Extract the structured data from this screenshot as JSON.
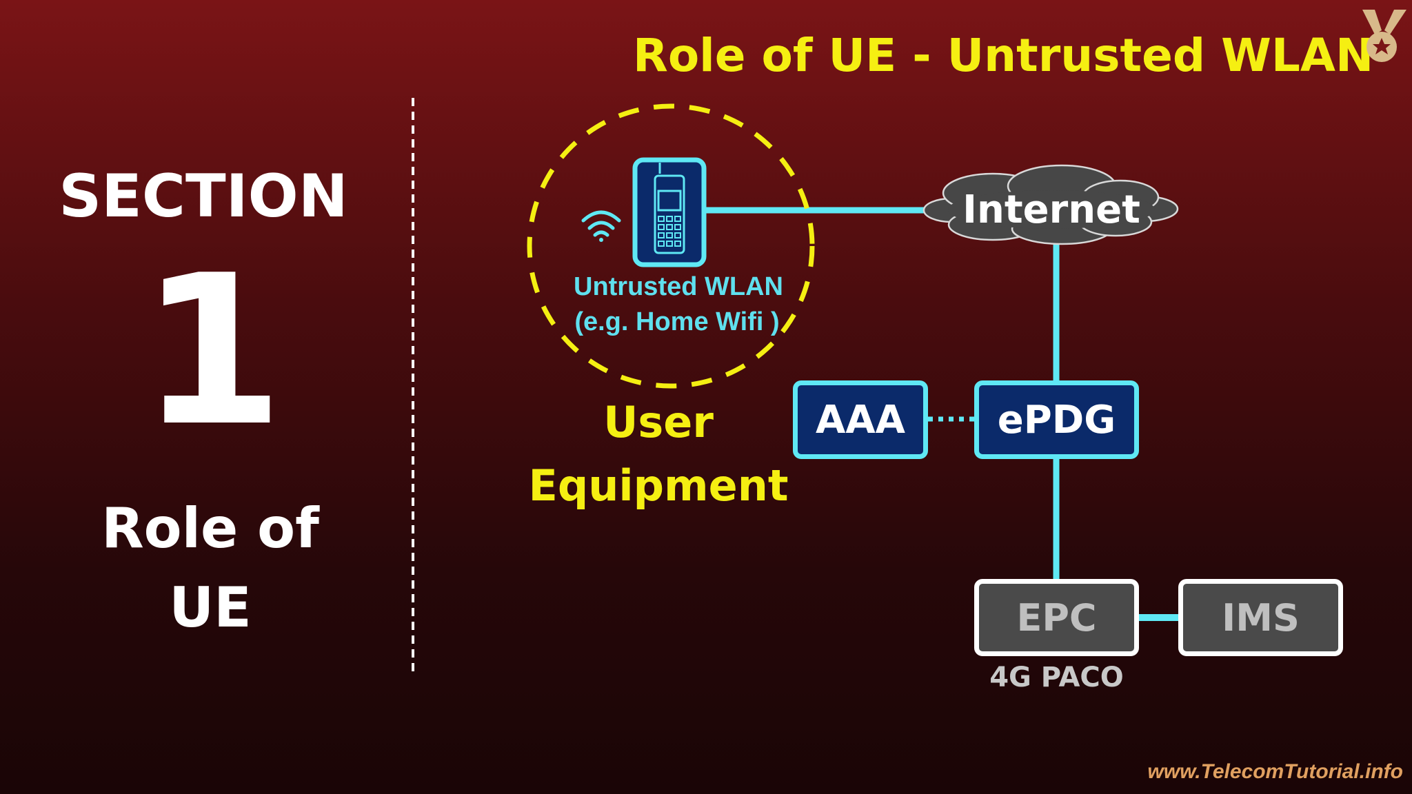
{
  "section": {
    "word": "SECTION",
    "number": "1",
    "title_line1": "Role of",
    "title_line2": "UE"
  },
  "slide_title": "Role of UE - Untrusted WLAN",
  "wlan": {
    "line1": "Untrusted WLAN",
    "line2": "(e.g. Home Wifi )"
  },
  "ue_label": {
    "line1": "User",
    "line2": "Equipment"
  },
  "nodes": {
    "internet": "Internet",
    "aaa": "AAA",
    "epdg": "ePDG",
    "epc": "EPC",
    "ims": "IMS"
  },
  "core_caption": "4G PACO",
  "footer_url": "www.TelecomTutorial.info",
  "colors": {
    "title_yellow": "#f5ef12",
    "link_cyan": "#5fe8f4",
    "node_blue": "#0b2a6a",
    "node_gray": "#4a4a4a"
  },
  "icons": [
    "medal-icon",
    "phone-icon",
    "wifi-icon",
    "cloud-icon"
  ]
}
